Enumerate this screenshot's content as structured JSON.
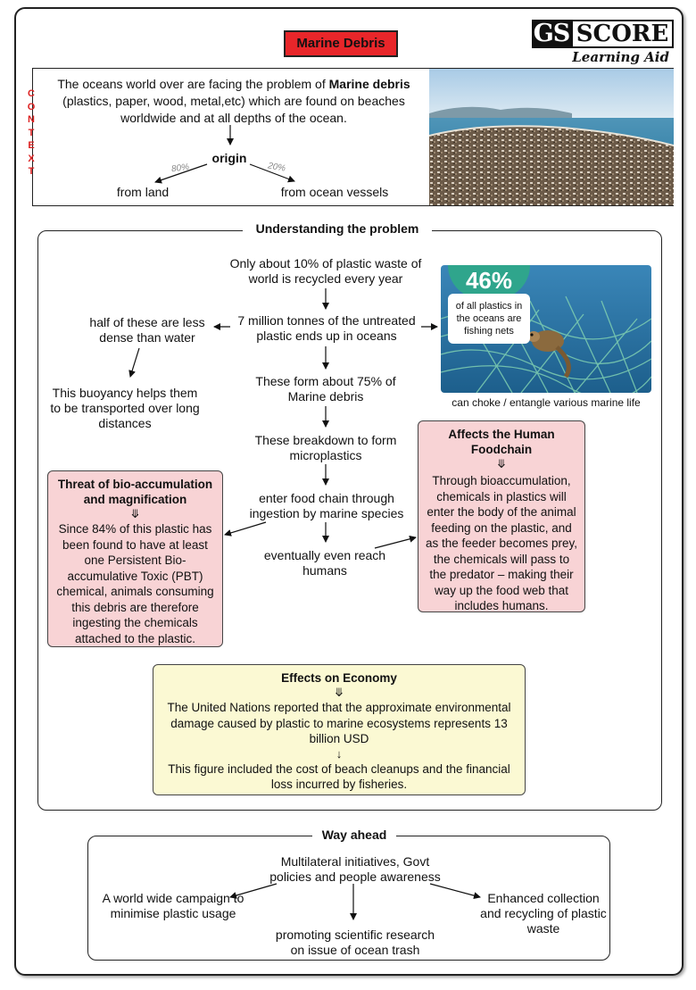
{
  "title": "Marine Debris",
  "logo": {
    "gs": "GS",
    "score": "SCORE",
    "tagline": "Learning Aid"
  },
  "context": {
    "side_label": "CONTEXT",
    "intro_before": "The oceans world over are facing the problem of ",
    "intro_bold": "Marine debris",
    "intro_after": " (plastics, paper, wood, metal,etc) which are found on beaches worldwide and at all depths of the ocean.",
    "origin": "origin",
    "land_pct": "80%",
    "vessel_pct": "20%",
    "land": "from land",
    "vessels": "from ocean vessels"
  },
  "problem": {
    "heading": "Understanding the problem",
    "recycled": "Only about 10% of plastic waste of world is recycled every year",
    "untreated": "7 million tonnes of the untreated plastic ends up in oceans",
    "less_dense": "half of these are less dense than water",
    "buoyancy": "This buoyancy helps them to be transported over long distances",
    "percent_debris": "These form about 75% of Marine debris",
    "microplastics": "These breakdown to form microplastics",
    "food_chain": "enter food chain through ingestion by marine species",
    "humans": "eventually even reach humans",
    "nets_stat": "46%",
    "nets_text": "of all plastics in the oceans are fishing nets",
    "nets_caption": "can choke / entangle various marine life",
    "bio": {
      "title": "Threat of bio-accumulation and magnification",
      "symbol": "⤋",
      "body": "Since 84% of this plastic has been found to have at least one Persistent Bio-accumulative Toxic (PBT) chemical, animals consuming this debris are therefore ingesting the chemicals attached to the plastic."
    },
    "human": {
      "title": "Affects the Human Foodchain",
      "symbol": "⤋",
      "body": "Through bioaccumulation, chemicals in plastics will enter the body of the animal feeding on the plastic, and as the feeder becomes prey, the chemicals will pass to the predator – making their way up the food web that includes humans."
    },
    "economy": {
      "title": "Effects on Economy",
      "symbol": "⤋",
      "body1": "The United Nations reported that the approximate environmental damage caused by plastic to marine ecosystems represents 13 billion USD",
      "symbol2": "↓",
      "body2": "This figure included the cost of beach cleanups and the financial loss incurred by fisheries."
    }
  },
  "way_ahead": {
    "heading": "Way ahead",
    "root": "Multilateral initiatives, Govt policies and people awareness",
    "campaign": "A world wide campaign to minimise plastic usage",
    "research": "promoting scientific research on issue of ocean trash",
    "recycling": "Enhanced collection and recycling of plastic waste"
  },
  "colors": {
    "title_red": "#e8262a",
    "pink_box": "#f8d3d5",
    "yellow_box": "#fbf9d3",
    "context_red": "#d22222",
    "nets_teal": "#2fa58c"
  }
}
